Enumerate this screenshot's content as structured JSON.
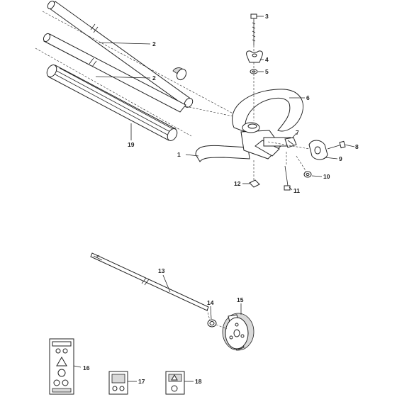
{
  "callouts": {
    "c1": "1",
    "c2a": "2",
    "c2b": "2",
    "c3": "3",
    "c4": "4",
    "c5": "5",
    "c6": "6",
    "c7": "7",
    "c8": "8",
    "c9": "9",
    "c10": "10",
    "c11": "11",
    "c12": "12",
    "c13": "13",
    "c14": "14",
    "c15": "15",
    "c16": "16",
    "c17": "17",
    "c18": "18",
    "c19": "19"
  },
  "colors": {
    "line": "#222222",
    "shade": "#d9d9d9",
    "background": "#ffffff"
  }
}
